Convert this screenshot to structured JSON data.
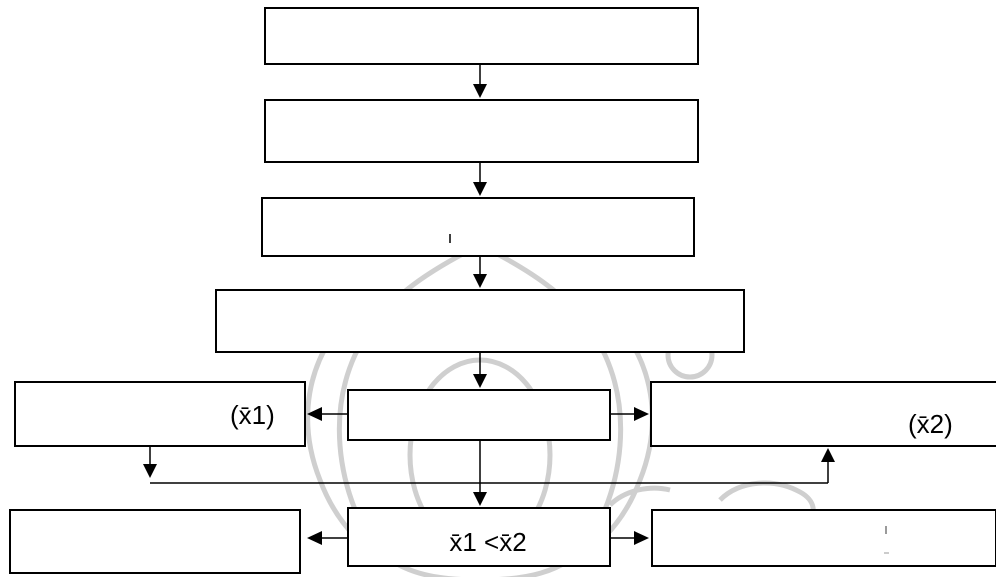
{
  "boxes": [
    {
      "id": "step-1",
      "text": ""
    },
    {
      "id": "step-2",
      "text": ""
    },
    {
      "id": "step-3",
      "text": ""
    },
    {
      "id": "step-4",
      "text": ""
    },
    {
      "id": "center-split",
      "text": ""
    },
    {
      "id": "left-mean-1",
      "text": "(x̄1)"
    },
    {
      "id": "right-mean-2",
      "text": "(x̄2)"
    },
    {
      "id": "compare",
      "text": "x̄1 <x̄2"
    },
    {
      "id": "bottom-left",
      "text": ""
    },
    {
      "id": "bottom-right",
      "text": ""
    }
  ],
  "colors": {
    "stroke": "#000000",
    "watermark": "#cfcfcf"
  }
}
